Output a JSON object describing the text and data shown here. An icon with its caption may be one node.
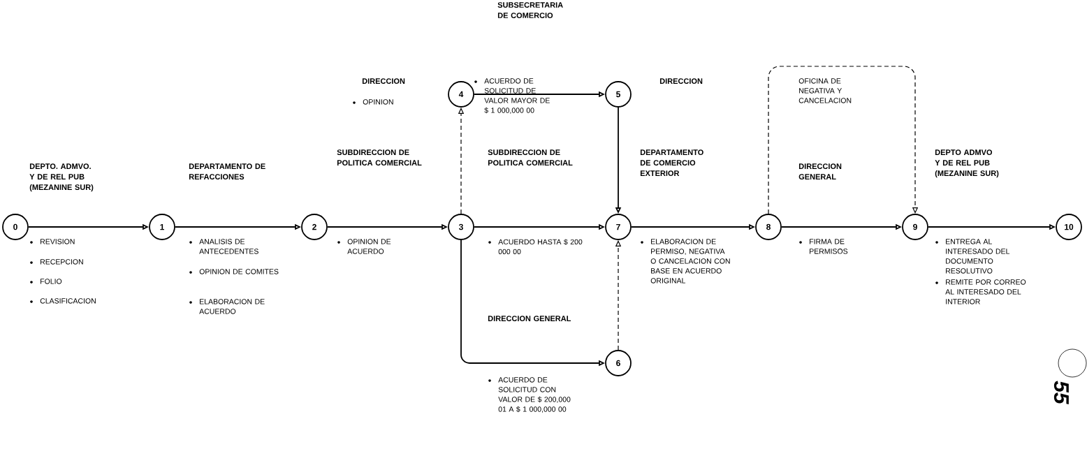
{
  "diagram": {
    "nodes": [
      {
        "text": [
          "0"
        ]
      },
      {
        "text": [
          "1"
        ]
      },
      {
        "text": [
          "2"
        ]
      },
      {
        "text": [
          "3"
        ]
      },
      {
        "text": [
          "4"
        ]
      },
      {
        "text": [
          "5"
        ]
      },
      {
        "text": [
          "6"
        ]
      },
      {
        "text": [
          "7"
        ]
      },
      {
        "text": [
          "8"
        ]
      },
      {
        "text": [
          "9"
        ]
      },
      {
        "text": [
          "10"
        ]
      },
      {
        "text": [],
        "shape": "circle"
      }
    ],
    "edges": [
      {
        "from": 0,
        "to": 1,
        "arrow": "to"
      },
      {
        "from": 1,
        "to": 2,
        "arrow": "to"
      },
      {
        "from": 2,
        "to": 3,
        "arrow": "to"
      },
      {
        "from": 3,
        "to": 4,
        "arrow": "to",
        "style": "dashed"
      },
      {
        "from": 4,
        "to": 5,
        "arrow": "to"
      },
      {
        "from": 5,
        "to": 7,
        "arrow": "to"
      },
      {
        "from": 3,
        "to": 7,
        "arrow": "to"
      },
      {
        "from": 3,
        "to": 6,
        "arrow": "to"
      },
      {
        "from": 6,
        "to": 7,
        "arrow": "to",
        "style": "dashed"
      },
      {
        "from": 7,
        "to": 8,
        "arrow": "to"
      },
      {
        "from": 8,
        "to": 9,
        "arrow": "to",
        "style": "dashed"
      },
      {
        "from": 8,
        "to": 9,
        "arrow": "to"
      },
      {
        "from": 9,
        "to": 10,
        "arrow": "to"
      }
    ],
    "labels": [
      "SUBSECRETARIA DE COMERCIO",
      "DIRECCION",
      "OPINION",
      "ACUERDO DE SOLICITUD DE VALOR MAYOR DE $ 1 000,000 00",
      "DIRECCION",
      "OFICINA DE NEGATIVA Y CANCELACION",
      "DEPTO. ADMVO. Y DE REL PUB (MEZANINE SUR)",
      "DEPARTAMENTO DE REFACCIONES",
      "SUBDIRECCION DE POLITICA COMERCIAL",
      "SUBDIRECCION DE POLITICA COMERCIAL",
      "DEPARTAMENTO DE COMERCIO EXTERIOR",
      "DIRECCION GENERAL",
      "DEPTO ADMVO Y DE REL PUB (MEZANINE SUR)",
      "REVISION",
      "RECEPCION",
      "FOLIO",
      "CLASIFICACION",
      "ANALISIS DE ANTECEDENTES",
      "OPINION DE COMITES",
      "ELABORACION DE ACUERDO",
      "OPINION DE ACUERDO",
      "ACUERDO HASTA $ 200 000 00",
      "DIRECCION GENERAL",
      "ACUERDO DE SOLICITUD CON VALOR DE $ 200,000 01 A $ 1 000,000 00",
      "ELABORACION DE PERMISO, NEGATIVA O CANCELACION CON BASE EN ACUERDO ORIGINAL",
      "FIRMA DE PERMISOS",
      "ENTREGA AL INTERESADO DEL DOCUMENTO RESOLUTIVO",
      "REMITE POR CORREO AL INTERESADO DEL INTERIOR",
      "55"
    ]
  }
}
